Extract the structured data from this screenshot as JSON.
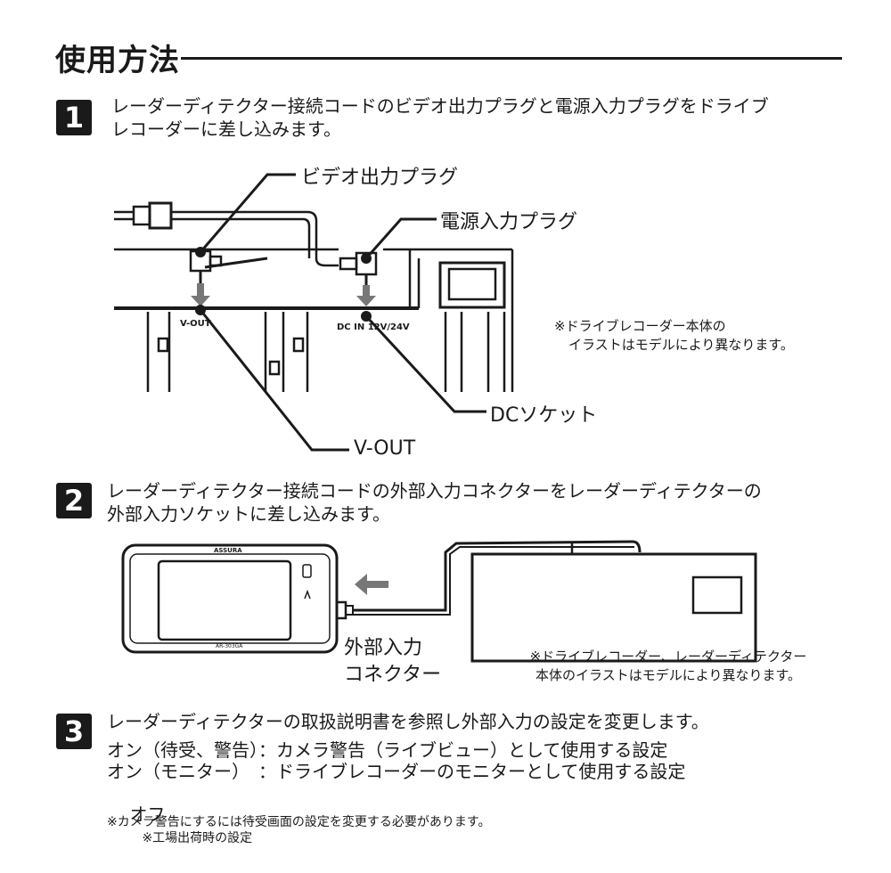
{
  "section_title": "使用方法",
  "steps": [
    {
      "number": "1",
      "text_line1": "レーダーディテクター接続コードのビデオ出力プラグと電源入力プラグをドライブ",
      "text_line2": "レコーダーに差し込みます。"
    },
    {
      "number": "2",
      "text_line1": "レーダーディテクター接続コードの外部入力コネクターをレーダーディテクターの",
      "text_line2": "外部入力ソケットに差し込みます。"
    },
    {
      "number": "3",
      "text_line1": "レーダーディテクターの取扱説明書を参照し外部入力の設定を変更します。"
    }
  ],
  "diagram1": {
    "video_plug_label": "ビデオ出力プラグ",
    "power_plug_label": "電源入力プラグ",
    "dc_socket_label": "DCソケット",
    "vout_label": "V-OUT",
    "port_vout_text": "V-OUT",
    "port_dc_text": "DC IN 12V/24V",
    "note_line1": "※ドライブレコーダー本体の",
    "note_line2": "イラストはモデルにより異なります。"
  },
  "diagram2": {
    "device_brand": "ASSURA",
    "device_model": "AR-303GA",
    "connector_label_line1": "外部入力",
    "connector_label_line2": "コネクター",
    "note_line1": "※ドライブレコーダー、レーダーディテクター",
    "note_line2": "本体のイラストはモデルにより異なります。"
  },
  "settings": [
    {
      "text": "オン（待受、警告）：カメラ警告（ライブビュー）として使用する設定"
    },
    {
      "text": "オン（モニター）　：ドライブレコーダーのモニターとして使用する設定"
    },
    {
      "text": "オフ",
      "note": "※工場出荷時の設定"
    }
  ],
  "footnote": "※カメラ警告にするには待受画面の設定を変更する必要があります。"
}
